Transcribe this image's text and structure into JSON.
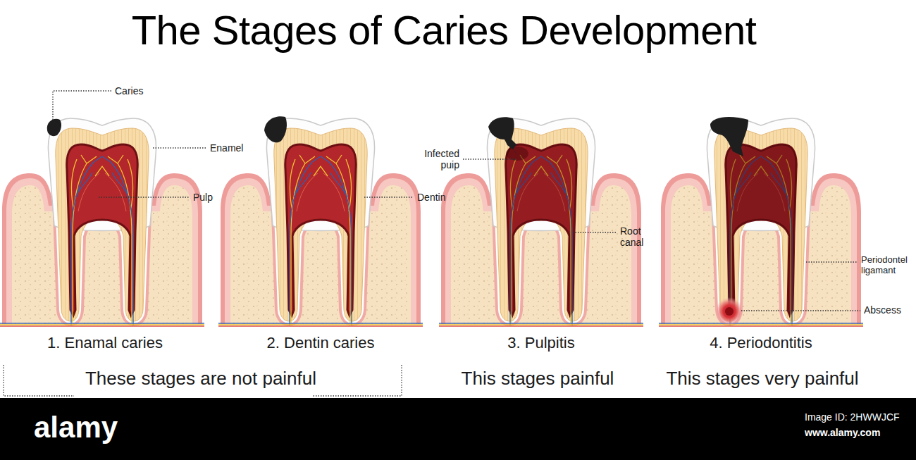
{
  "diagram": {
    "title": "The Stages of Caries Development",
    "labels": [
      "Caries",
      "Enamel",
      "Pulp",
      "Dentin",
      "Infected puip",
      "Root canal",
      "Periodontel ligamant",
      "Abscess",
      "1. Enamal caries",
      "2. Dentin caries",
      "3. Pulpitis",
      "4. Periodontitis",
      "These stages are not painful",
      "This stages painful",
      "This stages very painful",
      "alamy",
      "Image ID: 2HWWJCF",
      "www.alamy.com"
    ]
  }
}
